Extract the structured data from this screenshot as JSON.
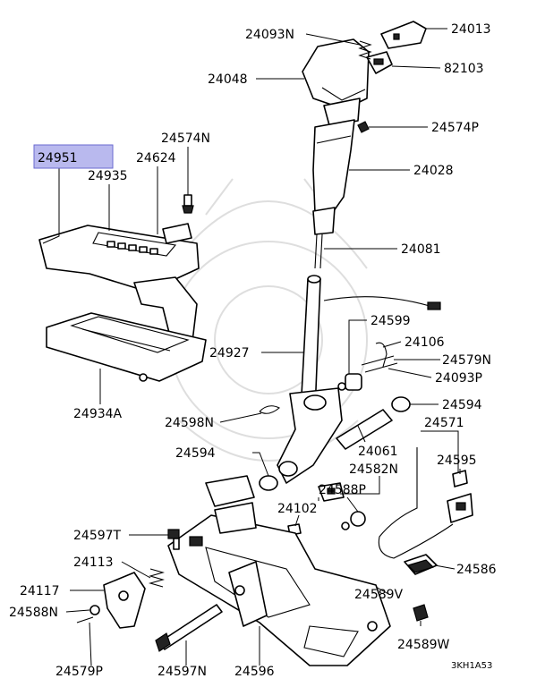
{
  "highlighted_part": "24951",
  "callouts": [
    {
      "id": "c24093N",
      "text": "24093N"
    },
    {
      "id": "c24013",
      "text": "24013"
    },
    {
      "id": "c24048",
      "text": "24048"
    },
    {
      "id": "c82103",
      "text": "82103"
    },
    {
      "id": "c24574P",
      "text": "24574P"
    },
    {
      "id": "c24951",
      "text": "24951"
    },
    {
      "id": "c24574N",
      "text": "24574N"
    },
    {
      "id": "c24624",
      "text": "24624"
    },
    {
      "id": "c24935",
      "text": "24935"
    },
    {
      "id": "c24028",
      "text": "24028"
    },
    {
      "id": "c24081",
      "text": "24081"
    },
    {
      "id": "c24599",
      "text": "24599"
    },
    {
      "id": "c24106",
      "text": "24106"
    },
    {
      "id": "c24927",
      "text": "24927"
    },
    {
      "id": "c24579N",
      "text": "24579N"
    },
    {
      "id": "c24093P",
      "text": "24093P"
    },
    {
      "id": "c24934A",
      "text": "24934A"
    },
    {
      "id": "c24594a",
      "text": "24594"
    },
    {
      "id": "c24598N",
      "text": "24598N"
    },
    {
      "id": "c24571",
      "text": "24571"
    },
    {
      "id": "c24594b",
      "text": "24594"
    },
    {
      "id": "c24061",
      "text": "24061"
    },
    {
      "id": "c24595",
      "text": "24595"
    },
    {
      "id": "c24582N",
      "text": "24582N"
    },
    {
      "id": "c24588P",
      "text": "24588P"
    },
    {
      "id": "c24102",
      "text": "24102"
    },
    {
      "id": "c24597T",
      "text": "24597T"
    },
    {
      "id": "c24586",
      "text": "24586"
    },
    {
      "id": "c24113",
      "text": "24113"
    },
    {
      "id": "c24117",
      "text": "24117"
    },
    {
      "id": "c24589V",
      "text": "24589V"
    },
    {
      "id": "c24588N",
      "text": "24588N"
    },
    {
      "id": "c24589W",
      "text": "24589W"
    },
    {
      "id": "c24579P",
      "text": "24579P"
    },
    {
      "id": "c24597N",
      "text": "24597N"
    },
    {
      "id": "c24596",
      "text": "24596"
    }
  ],
  "diagram_code": "3KH1A53"
}
